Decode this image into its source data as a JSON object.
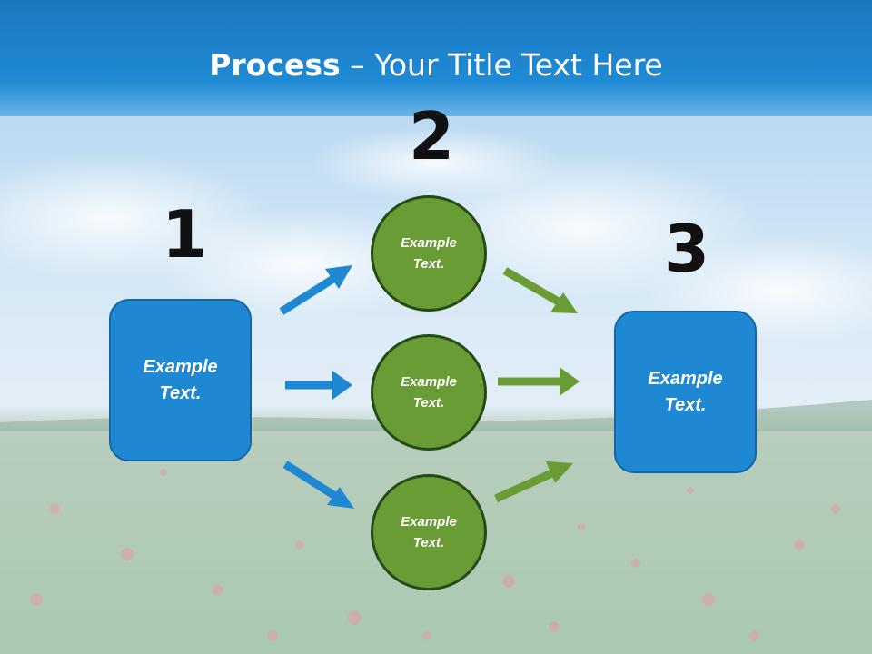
{
  "title": {
    "bold": "Process",
    "rest": " – Your Title Text Here"
  },
  "steps": [
    "1",
    "2",
    "3"
  ],
  "boxes": {
    "left": [
      "Example",
      "Text."
    ],
    "right": [
      "Example",
      "Text."
    ]
  },
  "circles": [
    {
      "lines": [
        "Example",
        "Text."
      ]
    },
    {
      "lines": [
        "Example",
        "Text."
      ]
    },
    {
      "lines": [
        "Example",
        "Text."
      ]
    }
  ],
  "colors": {
    "blue": "#1e88d2",
    "green": "#6a9c35",
    "title_bar": "#1f8ad4"
  }
}
